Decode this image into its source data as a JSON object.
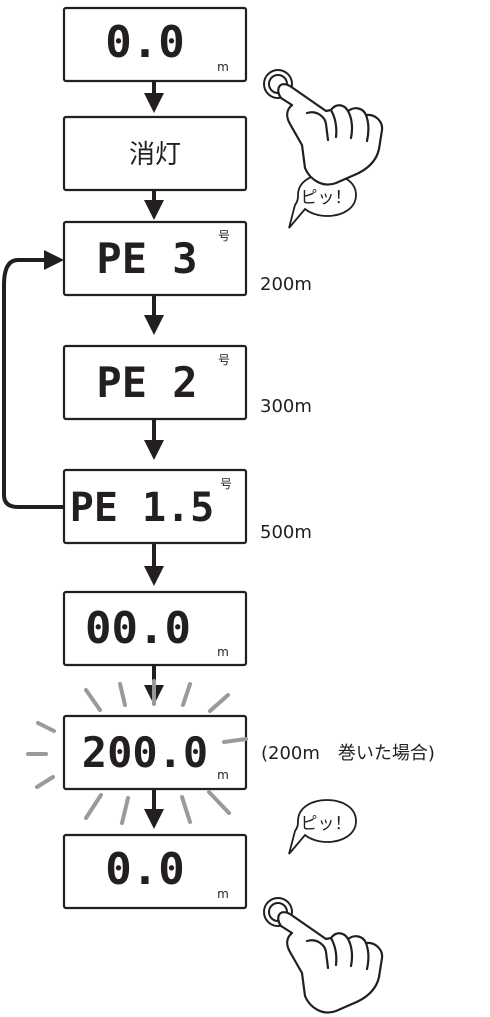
{
  "steps": [
    {
      "display": "0.0",
      "unit": "m",
      "suffix": "",
      "note": ""
    },
    {
      "display": "消灯",
      "unit": "",
      "suffix": "",
      "note": ""
    },
    {
      "display": "PE 3",
      "unit": "",
      "suffix": "号",
      "note": "200m"
    },
    {
      "display": "PE 2",
      "unit": "",
      "suffix": "号",
      "note": "300m"
    },
    {
      "display": "PE 1.5",
      "unit": "",
      "suffix": "号",
      "note": "500m"
    },
    {
      "display": "00.0",
      "unit": "m",
      "suffix": "",
      "note": ""
    },
    {
      "display": "200.0",
      "unit": "m",
      "suffix": "",
      "note": "(200m　巻いた場合)"
    },
    {
      "display": "0.0",
      "unit": "m",
      "suffix": "",
      "note": ""
    }
  ],
  "beep_text": "ピッ！",
  "colors": {
    "ink": "#231f20",
    "flash": "#9a9a9a",
    "background": "#ffffff"
  },
  "icons": [
    "finger-press-icon",
    "speech-bubble-icon",
    "loop-arrow-icon",
    "down-arrow-icon"
  ]
}
